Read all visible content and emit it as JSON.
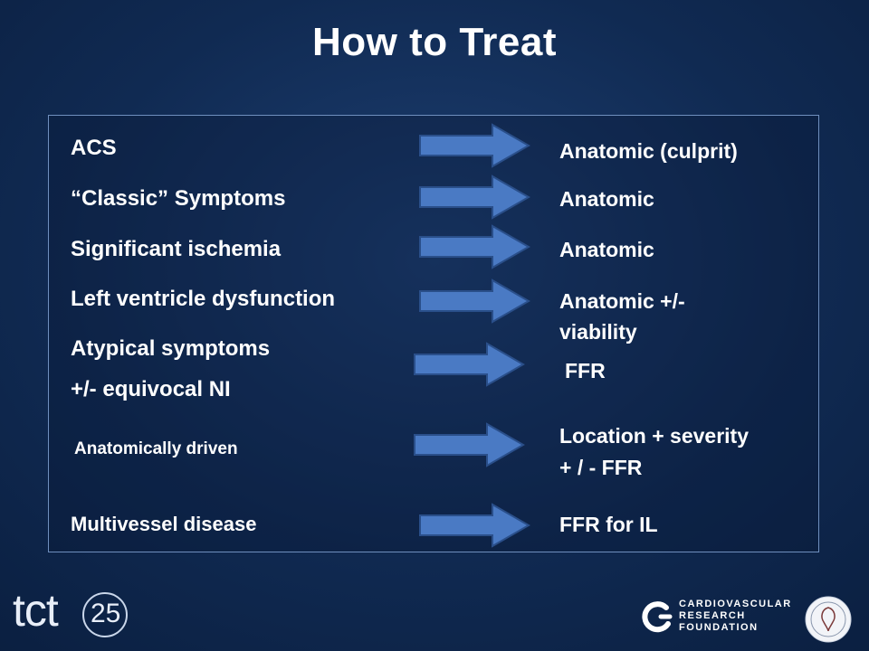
{
  "slide": {
    "title": "How to Treat"
  },
  "rows": [
    {
      "left": "ACS",
      "right": "Anatomic (culprit)"
    },
    {
      "left": "“Classic” Symptoms",
      "right": "Anatomic"
    },
    {
      "left": "Significant ischemia",
      "right": "Anatomic"
    },
    {
      "left": "Left ventricle dysfunction",
      "right_lines": [
        "Anatomic +/-",
        "viability"
      ]
    },
    {
      "left_lines": [
        "Atypical symptoms",
        "+/- equivocal NI"
      ],
      "right": "FFR"
    },
    {
      "left": "Anatomically driven",
      "right_lines": [
        "Location + severity",
        "+ / - FFR"
      ]
    },
    {
      "left": "Multivessel disease",
      "right": "FFR for IL"
    }
  ],
  "footer": {
    "logo_text": "tct",
    "logo_number": "25",
    "crf_lines": [
      "CARDIOVASCULAR",
      "RESEARCH",
      "FOUNDATION"
    ]
  },
  "colors": {
    "background": "#102a52",
    "arrow_fill": "#4a7ac4",
    "panel_border": "#6f8fbe",
    "text": "#ffffff"
  },
  "icons": [
    "arrow-right-icon",
    "crf-logo-icon",
    "seal-icon"
  ]
}
